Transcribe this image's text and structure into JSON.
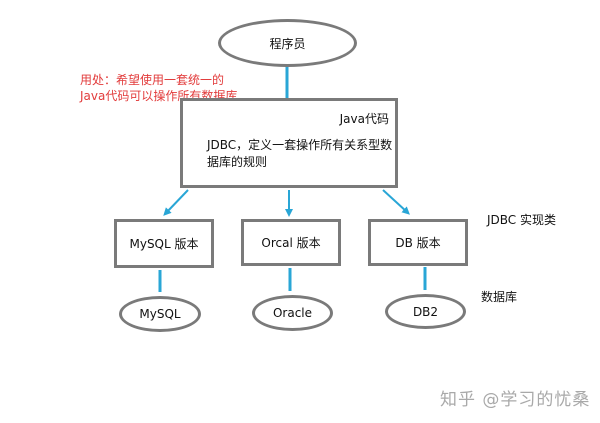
{
  "top": {
    "programmer": "程序员"
  },
  "usage_note": {
    "line1": "用处：希望使用一套统一的",
    "line2": "Java代码可以操作所有数据库"
  },
  "java_box": {
    "title": "Java代码",
    "line1": "JDBC，定义一套操作所有关系型数",
    "line2": "据库的规则"
  },
  "impl": {
    "label": "JDBC 实现类",
    "mysql": "MySQL 版本",
    "oracle": "Orcal 版本",
    "db": "DB 版本"
  },
  "databases": {
    "label": "数据库",
    "mysql": "MySQL",
    "oracle": "Oracle",
    "db2": "DB2"
  },
  "watermark": "知乎 @学习的忧桑",
  "colors": {
    "arrow": "#29a6d6",
    "border": "#7a7a7a",
    "note_red": "#e23b3b",
    "watermark": "#a9a9a9"
  }
}
